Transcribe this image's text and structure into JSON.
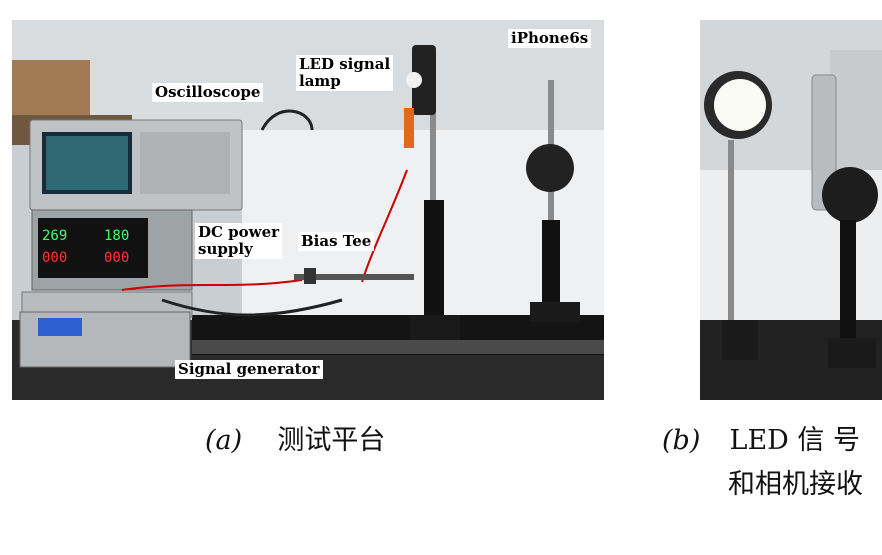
{
  "figure": {
    "panel_a": {
      "caption_tag": "(a)",
      "caption_text": "测试平台",
      "labels": {
        "oscilloscope": "Oscilloscope",
        "led_lamp": "LED signal\nlamp",
        "iphone": "iPhone6s",
        "dc_power": "DC power\nsupply",
        "bias_tee": "Bias Tee",
        "signal_generator": "Signal generator"
      },
      "readouts": {
        "psu_top_left": "269",
        "psu_top_right": "180",
        "psu_bottom_left": "000",
        "psu_bottom_right": "000"
      }
    },
    "panel_b": {
      "caption_tag": "(b)",
      "caption_line1": "LED 信 号",
      "caption_line2": "和相机接收"
    }
  }
}
